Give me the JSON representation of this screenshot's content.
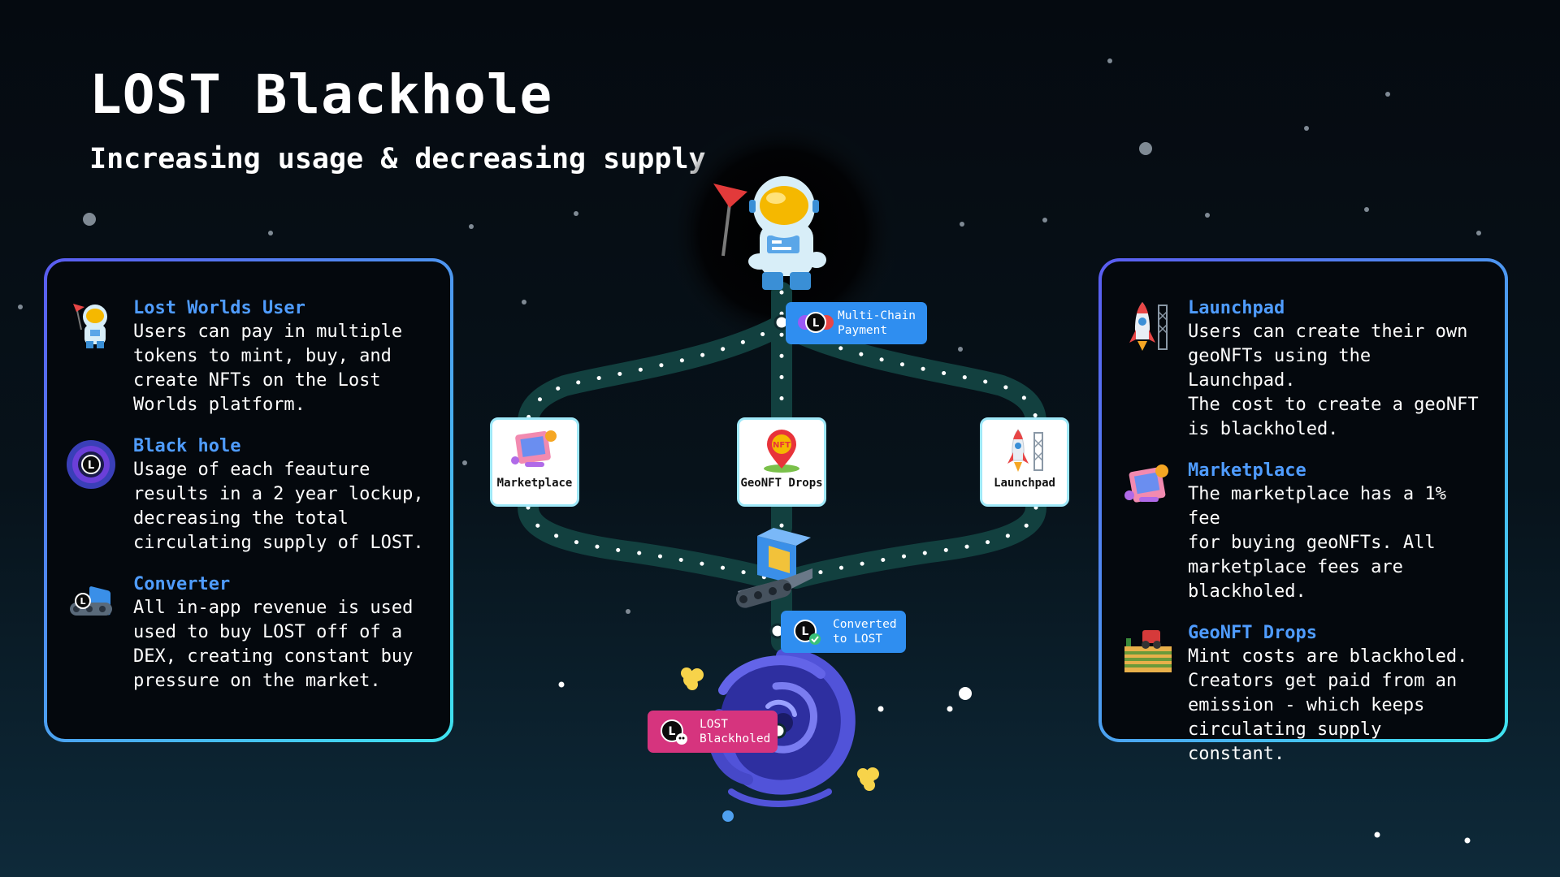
{
  "header": {
    "title": "LOST Blackhole",
    "subtitle": "Increasing usage & decreasing supply"
  },
  "left_panel": {
    "entries": [
      {
        "icon": "astronaut-icon",
        "title": "Lost Worlds User",
        "lines": [
          "Users can pay in multiple",
          "tokens to mint, buy, and",
          "create NFTs on the Lost",
          "Worlds platform."
        ]
      },
      {
        "icon": "black-hole-icon",
        "title": "Black hole",
        "lines": [
          "Usage of each feauture",
          "results in a 2 year lockup,",
          "decreasing the total",
          "circulating supply of LOST."
        ]
      },
      {
        "icon": "converter-icon",
        "title": "Converter",
        "lines": [
          "All in-app revenue is used",
          "used to buy LOST off of a",
          "DEX, creating constant buy",
          "pressure on the market."
        ]
      }
    ]
  },
  "right_panel": {
    "entries": [
      {
        "icon": "rocket-icon",
        "title": "Launchpad",
        "lines": [
          "Users can create their own",
          "geoNFTs using the Launchpad.",
          "The cost to create a geoNFT",
          "is blackholed."
        ]
      },
      {
        "icon": "marketplace-icon",
        "title": "Marketplace",
        "lines": [
          "The marketplace has a 1% fee",
          "for buying geoNFTs. All",
          "marketplace fees are",
          "blackholed."
        ]
      },
      {
        "icon": "geonft-drops-icon",
        "title": "GeoNFT Drops",
        "lines": [
          "Mint costs are blackholed.",
          "Creators get paid from an",
          "emission - which keeps",
          "circulating supply constant."
        ]
      }
    ]
  },
  "diagram": {
    "nodes": {
      "marketplace": "Marketplace",
      "geonft_drops": "GeoNFT Drops",
      "launchpad": "Launchpad"
    },
    "tags": {
      "multi_chain_payment": [
        "Multi-Chain",
        "Payment"
      ],
      "converted": [
        "Converted",
        "to LOST"
      ],
      "blackholed": [
        "LOST",
        "Blackholed"
      ]
    },
    "coin_letter": "L",
    "colors": {
      "panel_border_start": "#5a5cf0",
      "panel_border_end": "#3fe4f0",
      "heading": "#4f9cff",
      "tag_blue": "#2f8ef0",
      "tag_pink": "#d6347e",
      "path": "#12403f",
      "blackhole": "#4d4fd8"
    }
  }
}
